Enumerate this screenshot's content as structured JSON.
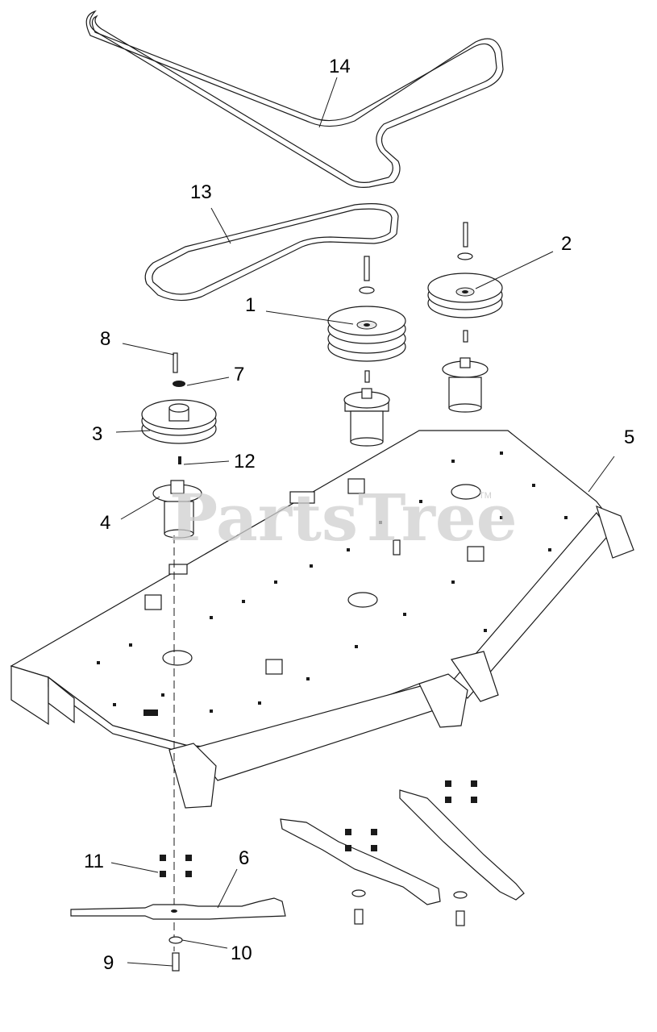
{
  "watermark": {
    "text": "PartsTree",
    "mark": "TM"
  },
  "callouts": [
    "1",
    "2",
    "3",
    "4",
    "5",
    "6",
    "7",
    "8",
    "9",
    "10",
    "11",
    "12",
    "13",
    "14"
  ]
}
